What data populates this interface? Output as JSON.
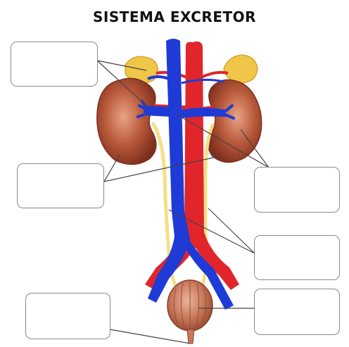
{
  "title": "SISTEMA EXCRETOR",
  "colors": {
    "artery": "#e0262b",
    "vein": "#1f3bd6",
    "kidney": "#a9452d",
    "kidney_light": "#e7a486",
    "adrenal": "#f0c64a",
    "ureter": "#f4e08a",
    "bladder": "#c9785a",
    "leader_line": "#444444",
    "box_border": "#8a8a8a"
  },
  "label_boxes": [
    {
      "id": "box-left-top",
      "text": ""
    },
    {
      "id": "box-left-middle",
      "text": ""
    },
    {
      "id": "box-left-bottom",
      "text": ""
    },
    {
      "id": "box-right-top",
      "text": ""
    },
    {
      "id": "box-right-middle",
      "text": ""
    },
    {
      "id": "box-right-bottom",
      "text": ""
    }
  ]
}
